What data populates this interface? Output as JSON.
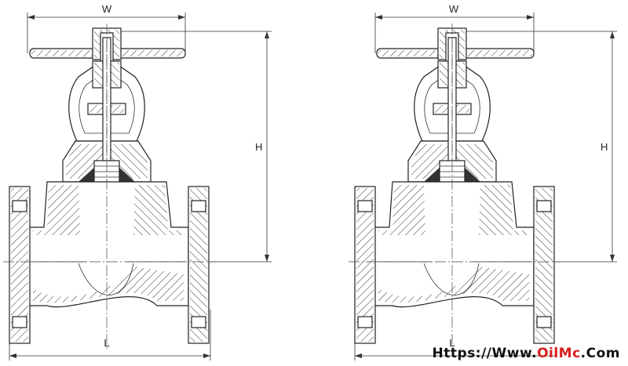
{
  "drawing": {
    "views": [
      {
        "id": "left-valve",
        "dimensions": {
          "width": "W",
          "height": "H",
          "length": "L"
        }
      },
      {
        "id": "right-valve",
        "dimensions": {
          "width": "W",
          "height": "H",
          "length": "L"
        }
      }
    ]
  },
  "watermark": {
    "part1": "Https://Www.",
    "part2": "OilMc",
    "part3": ".Com",
    "colors": {
      "dark": "#111111",
      "accent": "#d81e1e"
    }
  }
}
